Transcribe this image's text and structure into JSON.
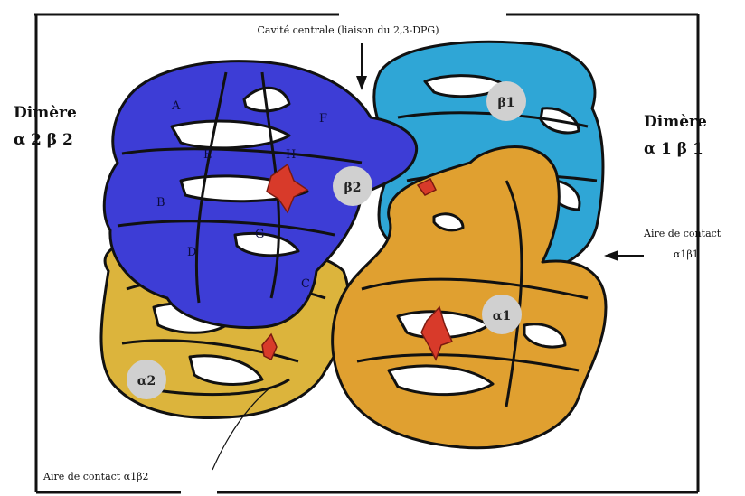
{
  "top_label": "Cavité centrale (liaison du 2,3-DPG)",
  "left_dimer": {
    "line1": "Dimère",
    "line2": "α 2 β 2"
  },
  "right_dimer": {
    "line1": "Dimère",
    "line2": "α 1 β 1"
  },
  "contact_a1b1": {
    "line1": "Aire de contact",
    "line2": "α1β1"
  },
  "contact_a1b2": "Aire de contact α1β2",
  "subunits": {
    "b1": "β1",
    "b2": "β2",
    "a1": "α1",
    "a2": "α2"
  },
  "helices": {
    "A": "A",
    "B": "B",
    "C": "C",
    "D": "D",
    "E": "E",
    "F": "F",
    "G": "G",
    "H": "H"
  },
  "colors": {
    "beta2": "#3d3dd6",
    "beta1": "#2fa6d6",
    "alpha1": "#e0a030",
    "alpha2": "#dcb43c",
    "heme": "#d83a2a",
    "outline": "#111111"
  }
}
